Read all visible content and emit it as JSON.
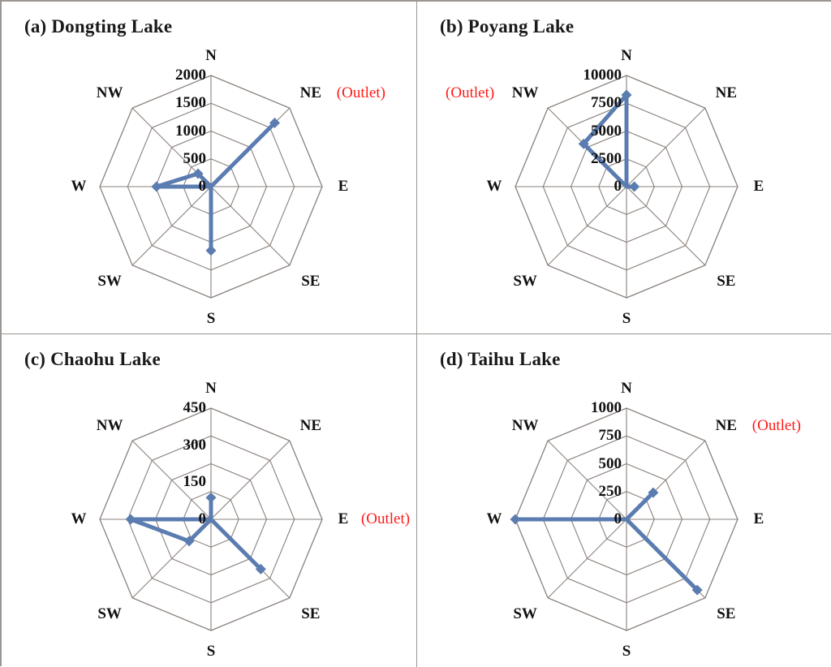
{
  "figure": {
    "background": "#ffffff",
    "border_color": "#9b9691",
    "grid_color": "#8a817c",
    "series_color": "#5b7cb0",
    "outlet_color": "#ff1a16",
    "outlet_label": "(Outlet)"
  },
  "directions": [
    "N",
    "NE",
    "E",
    "SE",
    "S",
    "SW",
    "W",
    "NW"
  ],
  "chart_data": [
    {
      "type": "radar",
      "panel_id": "a",
      "title": "(a) Dongting Lake",
      "categories": [
        "N",
        "NE",
        "E",
        "SE",
        "S",
        "SW",
        "W",
        "NW"
      ],
      "values": [
        0,
        1620,
        0,
        0,
        1150,
        0,
        980,
        330
      ],
      "tick_labels": [
        "0",
        "500",
        "1000",
        "1500",
        "2000"
      ],
      "ticks": [
        0,
        500,
        1000,
        1500,
        2000
      ],
      "rlim": [
        0,
        2000
      ],
      "rings": 4,
      "outlet_direction": "NE",
      "grid": true,
      "legend": "none"
    },
    {
      "type": "radar",
      "panel_id": "b",
      "title": "(b) Poyang Lake",
      "categories": [
        "N",
        "NE",
        "E",
        "SE",
        "S",
        "SW",
        "W",
        "NW"
      ],
      "values": [
        8250,
        0,
        700,
        0,
        0,
        0,
        0,
        5450
      ],
      "tick_labels": [
        "0",
        "2500",
        "5000",
        "7500",
        "10000"
      ],
      "ticks": [
        0,
        2500,
        5000,
        7500,
        10000
      ],
      "rlim": [
        0,
        10000
      ],
      "rings": 4,
      "outlet_direction": "NW",
      "grid": true,
      "legend": "none"
    },
    {
      "type": "radar",
      "panel_id": "c",
      "title": "(c) Chaohu Lake",
      "categories": [
        "N",
        "NE",
        "E",
        "SE",
        "S",
        "SW",
        "W",
        "NW"
      ],
      "values": [
        88,
        0,
        0,
        285,
        0,
        125,
        325,
        0
      ],
      "tick_labels": [
        "0",
        "150",
        "300",
        "450"
      ],
      "ticks": [
        0,
        150,
        300,
        450
      ],
      "rlim": [
        0,
        450
      ],
      "rings": 4,
      "outlet_direction": "E",
      "grid": true,
      "legend": "none"
    },
    {
      "type": "radar",
      "panel_id": "d",
      "title": "(d) Taihu Lake",
      "categories": [
        "N",
        "NE",
        "E",
        "SE",
        "S",
        "SW",
        "W",
        "NW"
      ],
      "values": [
        0,
        340,
        0,
        900,
        0,
        0,
        1000,
        0
      ],
      "tick_labels": [
        "0",
        "250",
        "500",
        "750",
        "1000"
      ],
      "ticks": [
        0,
        250,
        500,
        750,
        1000
      ],
      "rlim": [
        0,
        1000
      ],
      "rings": 4,
      "outlet_direction": "NE",
      "grid": true,
      "legend": "none"
    }
  ]
}
